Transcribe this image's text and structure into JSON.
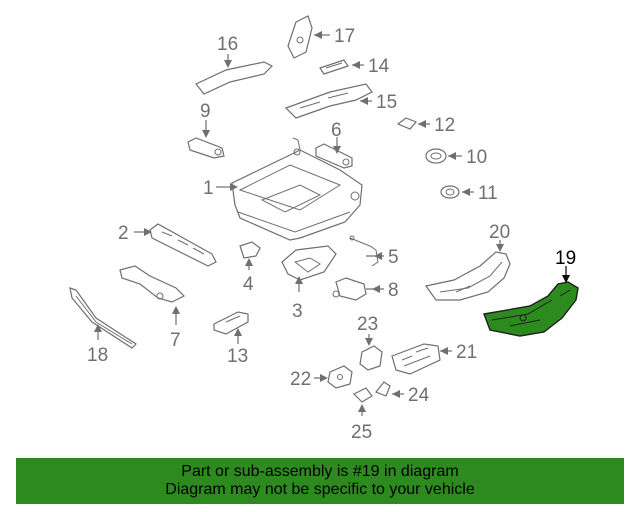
{
  "diagram": {
    "callouts": {
      "c1": "1",
      "c2": "2",
      "c3": "3",
      "c4": "4",
      "c5": "5",
      "c6": "6",
      "c7": "7",
      "c8": "8",
      "c9": "9",
      "c10": "10",
      "c11": "11",
      "c12": "12",
      "c13": "13",
      "c14": "14",
      "c15": "15",
      "c16": "16",
      "c17": "17",
      "c18": "18",
      "c19": "19",
      "c20": "20",
      "c21": "21",
      "c22": "22",
      "c23": "23",
      "c24": "24",
      "c25": "25"
    },
    "highlighted_part": "19",
    "highlight_color": "#2d8a1e"
  },
  "banner": {
    "line1": "Part or sub-assembly is #19 in diagram",
    "line2": "Diagram may not be specific to your vehicle",
    "background": "#2d8a1e"
  }
}
